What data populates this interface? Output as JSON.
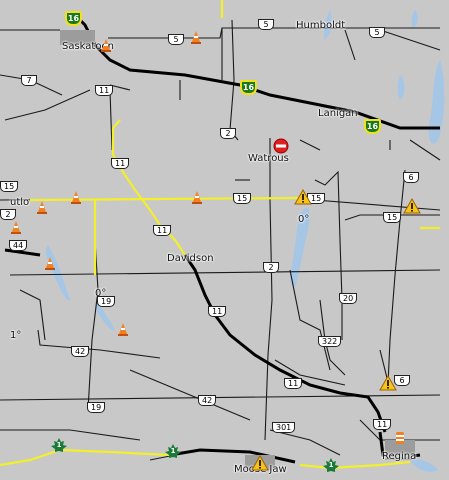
{
  "map": {
    "cities": {
      "saskatoon": "Saskatoon",
      "humboldt": "Humboldt",
      "lanigan": "Lanigan",
      "watrous": "Watrous",
      "davidson": "Davidson",
      "moose_jaw": "Moose Jaw",
      "regina": "Regina",
      "outlook": "utlo"
    },
    "temperatures": {
      "t1": "0°",
      "t2": "0°",
      "t3": "1°"
    },
    "highways": {
      "h5a": "5",
      "h5b": "5",
      "h5c": "5",
      "h7": "7",
      "h11a": "11",
      "h11b": "11",
      "h11c": "11",
      "h11d": "11",
      "h11e": "11",
      "h11f": "11",
      "h2a": "2",
      "h2b": "2",
      "h15a": "15",
      "h15b": "15",
      "h15c": "15",
      "h15d": "15",
      "h44": "44",
      "h19a": "19",
      "h19b": "19",
      "h42a": "42",
      "h42b": "42",
      "h20": "20",
      "h322": "322",
      "h6a": "6",
      "h6b": "6",
      "h301": "301",
      "h2c": "2"
    },
    "yellowhead": {
      "y16a": "16",
      "y16b": "16",
      "y16c": "16"
    },
    "transcanada": {
      "t1a": "1",
      "t1b": "1",
      "t1c": "1"
    },
    "colors": {
      "land": "#c8c8c8",
      "water": "#a6c6e6",
      "highway": "#000000",
      "major_route": "#f2ef2c",
      "cone": "#f28020",
      "warning": "#f6c31c",
      "closure": "#e02020"
    }
  }
}
